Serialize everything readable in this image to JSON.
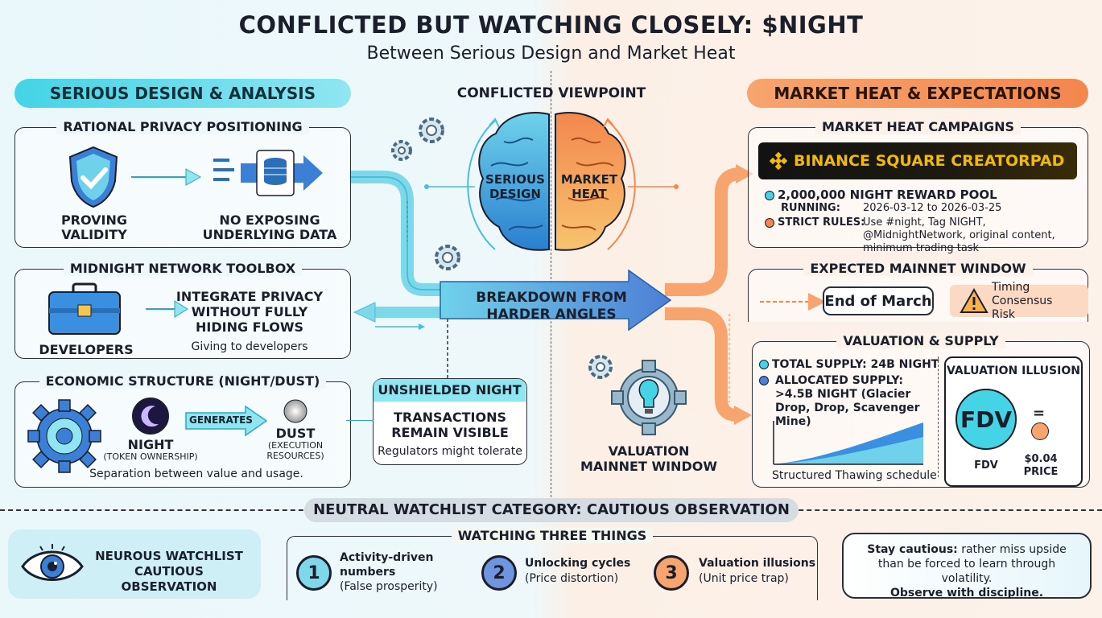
{
  "header": {
    "title": "CONFLICTED BUT WATCHING CLOSELY: $NIGHT",
    "subtitle": "Between Serious Design and Market Heat"
  },
  "left_header": "SERIOUS DESIGN & ANALYSIS",
  "center_header": "CONFLICTED VIEWPOINT",
  "right_header": "MARKET HEAT & EXPECTATIONS",
  "privacy": {
    "title": "RATIONAL PRIVACY POSITIONING",
    "proving": "PROVING VALIDITY",
    "exposing": "NO EXPOSING UNDERLYING DATA"
  },
  "toolbox": {
    "title": "MIDNIGHT NETWORK TOOLBOX",
    "developers": "DEVELOPERS",
    "integrate": "INTEGRATE PRIVACY WITHOUT FULLY HIDING FLOWS",
    "giving": "Giving to developers"
  },
  "economic": {
    "title": "ECONOMIC STRUCTURE (NIGHT/DUST)",
    "night": "NIGHT",
    "night_sub": "(TOKEN OWNERSHIP)",
    "generates": "GENERATES",
    "dust": "DUST",
    "dust_sub": "(EXECUTION RESOURCES)",
    "caption": "Separation between value and usage."
  },
  "unshielded": {
    "title": "UNSHIELDED NIGHT",
    "body": "TRANSACTIONS REMAIN VISIBLE",
    "note": "Regulators might tolerate"
  },
  "brain": {
    "left": "SERIOUS DESIGN",
    "right": "MARKET HEAT"
  },
  "breakdown": "BREAKDOWN FROM HARDER ANGLES",
  "valuation_gear": "VALUATION MAINNET WINDOW",
  "campaigns": {
    "title": "MARKET HEAT CAMPAIGNS",
    "banner": "BINANCE SQUARE CREATORPAD",
    "pool": "2,000,000 NIGHT REWARD POOL",
    "running_label": "RUNNING:",
    "running_value": "2026-03-12 to 2026-03-25",
    "rules_label": "STRICT RULES:",
    "rules_value": "Use #night, Tag NIGHT, @MidnightNetwork, original content, minimum trading task"
  },
  "mainnet": {
    "title": "EXPECTED MAINNET WINDOW",
    "end": "End of March",
    "risk": "Timing Consensus Risk"
  },
  "supply": {
    "title": "VALUATION & SUPPLY",
    "total": "TOTAL SUPPLY: 24B NIGHT",
    "allocated": "ALLOCATED SUPPLY: >4.5B NIGHT (Glacier Drop, Drop, Scavenger Mine)",
    "thawing": "Structured Thawing schedule",
    "illusion_title": "VALUATION ILLUSION",
    "fdv": "FDV",
    "fdv_label": "FDV",
    "equals": "=",
    "price": "$0.04 PRICE"
  },
  "watchlist": {
    "banner": "NEUTRAL WATCHLIST CATEGORY: CAUTIOUS OBSERVATION",
    "eye_text": "NEUROUS WATCHLIST CAUTIOUS OBSERVATION",
    "three": "WATCHING THREE THINGS",
    "items": [
      {
        "num": "1",
        "title": "Activity-driven numbers",
        "sub": "(False prosperity)"
      },
      {
        "num": "2",
        "title": "Unlocking cycles",
        "sub": "(Price distortion)"
      },
      {
        "num": "3",
        "title": "Valuation illusions",
        "sub": "(Unit price trap)"
      }
    ],
    "caution_bold": "Stay cautious:",
    "caution_text": "rather miss upside than be forced to learn through volatility.",
    "discipline": "Observe with discipline."
  },
  "colors": {
    "cyan": "#45d3e6",
    "orange": "#f3874e",
    "blue": "#4d7fd6"
  }
}
